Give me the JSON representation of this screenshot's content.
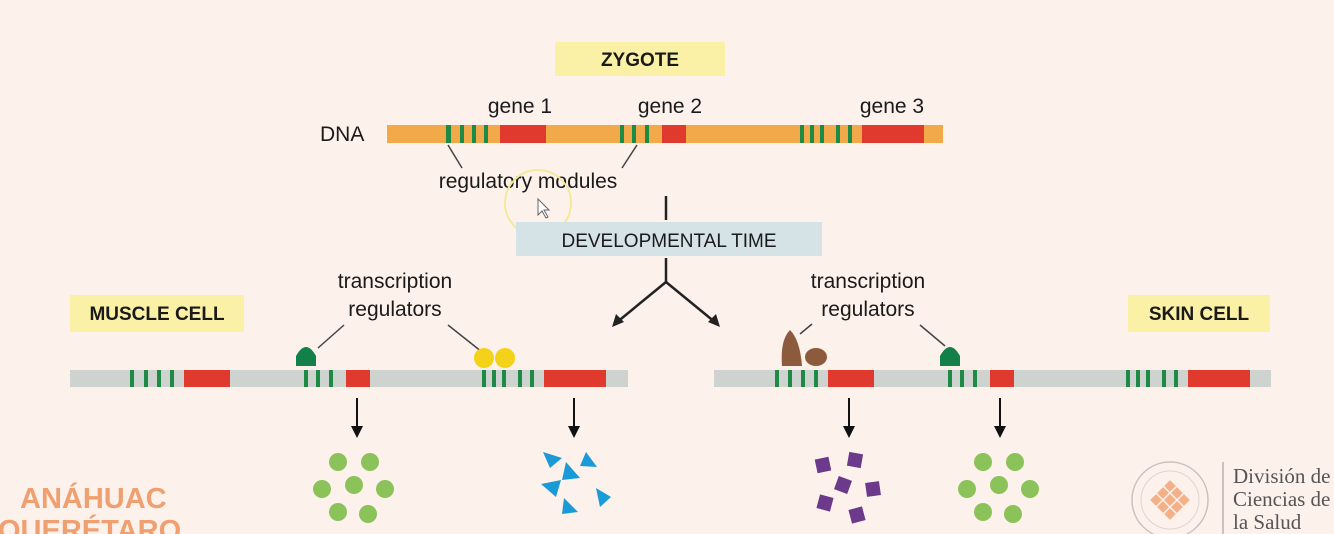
{
  "title_box": "ZYGOTE",
  "dna_label": "DNA",
  "genes": [
    "gene 1",
    "gene 2",
    "gene 3"
  ],
  "regulatory_modules_label": "regulatory modules",
  "time_label": "DEVELOPMENTAL TIME",
  "left_panel": {
    "cell_label": "MUSCLE CELL",
    "regulators_line1": "transcription",
    "regulators_line2": "regulators"
  },
  "right_panel": {
    "cell_label": "SKIN CELL",
    "regulators_line1": "transcription",
    "regulators_line2": "regulators"
  },
  "logo_left": {
    "line1": "ANÁHUAC",
    "line2": "QUERÉTARO"
  },
  "logo_right": {
    "line1": "División de",
    "line2": "Ciencias de",
    "line3": "la Salud"
  },
  "colors": {
    "background": "#fdf1ec",
    "dna_strand": "#f2a94a",
    "gene": "#e03a2f",
    "module": "#1e8a46",
    "chromatin": "#cfd3cf",
    "highlight_box": "#fbf1a6",
    "time_box": "#d5e2e6",
    "regulator_green": "#13804a",
    "regulator_yellow": "#f5d21a",
    "regulator_brown": "#8c5a3c",
    "protein_green": "#8cc25a",
    "protein_blue": "#1a9ad6",
    "protein_purple": "#6b3a8a",
    "logo_orange": "#f0a070"
  }
}
